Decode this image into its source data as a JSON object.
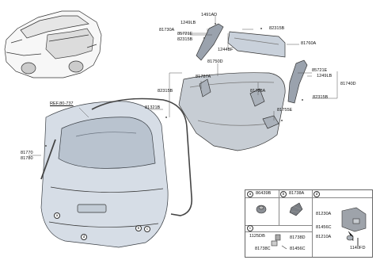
{
  "labels": {
    "l1491ad": "1491AD",
    "l1249lb_top": "1249LB",
    "l81730a": "81730A",
    "l85721e_top": "85721E",
    "l82315b_top": "82315B",
    "l1244bf": "1244BF",
    "l82315b_right_top": "82315B",
    "l81760a": "81760A",
    "l81750d": "81750D",
    "l81787a": "81787A",
    "l82315b_left": "82315B",
    "l81788a": "81788A",
    "l85721e_right": "85721E",
    "l1249lb_right": "1249LB",
    "l81740d": "81740D",
    "l82315b_bottom": "82315B",
    "l81755e": "81755E",
    "l81321b": "81321B",
    "ref": "REF.80-737",
    "l81770": "81770",
    "l81780": "81780"
  },
  "callouts": {
    "a": "a",
    "b": "b",
    "c": "c",
    "d": "d"
  },
  "legend": {
    "a_code": "86439B",
    "b_code": "81738A",
    "c_1125db": "1125DB",
    "c_81738d": "81738D",
    "c_81738c": "81738C",
    "c_81456c": "81456C",
    "d_81230a": "81230A",
    "d_81456c": "81456C",
    "d_81210a": "81210A",
    "d_1140fd": "1140FD"
  }
}
